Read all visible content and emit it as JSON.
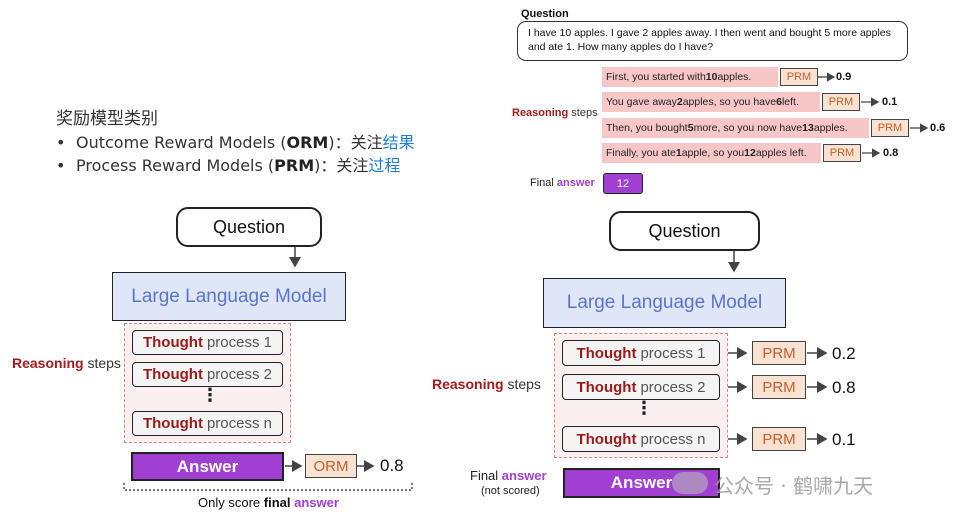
{
  "header": {
    "title": "奖励模型类别",
    "bullets": [
      {
        "bullet": "•",
        "prefix": "Outcome Reward Models (",
        "abbr": "ORM",
        "mid": ")：关注",
        "highlight": "结果"
      },
      {
        "bullet": "•",
        "prefix": "Process Reward Models (",
        "abbr": "PRM",
        "mid": ")：关注",
        "highlight": "过程"
      }
    ]
  },
  "orm_diagram": {
    "question": "Question",
    "llm": "Large Language Model",
    "reasoning_label_bold": "Reasoning",
    "reasoning_label_rest": " steps",
    "thought_word": "Thought",
    "steps": [
      " process 1",
      " process 2",
      " process n"
    ],
    "dots": "⋮",
    "answer": "Answer",
    "scorer": "ORM",
    "score": "0.8",
    "footer_prefix": "Only score ",
    "footer_bold": "final",
    "footer_space": " ",
    "footer_purple": "answer"
  },
  "prm_example": {
    "question_title": "Question",
    "question_text": "I have 10 apples. I gave 2 apples away. I then went and bought 5 more apples and ate 1. How many apples do I have?",
    "reasoning_bold": "Reasoning",
    "reasoning_rest": " steps",
    "steps": [
      {
        "pre": "First, you started with ",
        "b1": "10",
        "mid": " apples.",
        "b2": "",
        "post": "",
        "scorer": "PRM",
        "score": "0.9"
      },
      {
        "pre": "You gave away ",
        "b1": "2",
        "mid": " apples, so you have ",
        "b2": "6",
        "post": " left.",
        "scorer": "PRM",
        "score": "0.1"
      },
      {
        "pre": "Then, you bought ",
        "b1": "5",
        "mid": " more, so you now have ",
        "b2": "13",
        "post": " apples.",
        "scorer": "PRM",
        "score": "0.6"
      },
      {
        "pre": "Finally, you ate ",
        "b1": "1",
        "mid": " apple, so you ",
        "b2": "12",
        "post": " apples left.",
        "scorer": "PRM",
        "score": "0.8"
      }
    ],
    "final_label": "Final ",
    "final_purple": "answer",
    "final_value": "12"
  },
  "prm_diagram": {
    "question": "Question",
    "llm": "Large Language Model",
    "reasoning_label_bold": "Reasoning",
    "reasoning_label_rest": " steps",
    "thought_word": "Thought",
    "steps": [
      " process 1",
      " process 2",
      " process n"
    ],
    "dots": "⋮",
    "scorer": "PRM",
    "scores": [
      "0.2",
      "0.8",
      "0.1"
    ],
    "final_label": "Final ",
    "final_purple": "answer",
    "not_scored": "(not scored)",
    "answer": "Answer"
  },
  "watermark": "公众号 · 鹤啸九天",
  "colors": {
    "llm_text": "#5a73cf",
    "thought_red": "#9c1a1a",
    "answer_purple": "#a03fd1",
    "prm_fill": "#fae2d3",
    "prm_text": "#c4602a",
    "highlight_blue": "#1f7fd6",
    "step_pink": "#f7c7c7"
  }
}
